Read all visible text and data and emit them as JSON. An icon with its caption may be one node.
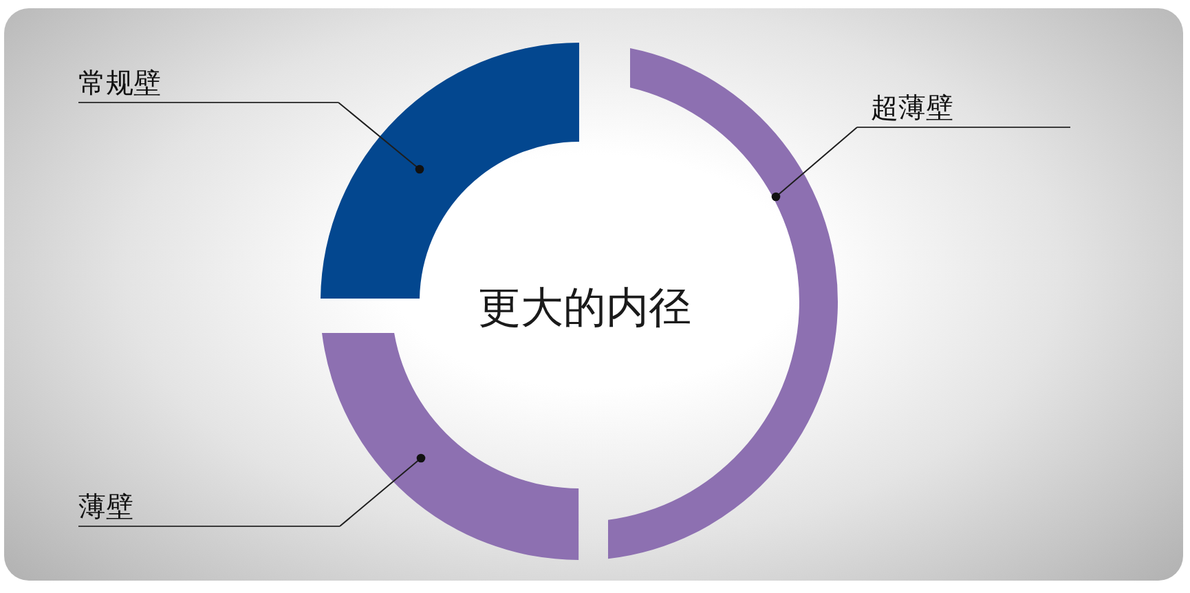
{
  "diagram": {
    "nodes": [
      {
        "text": [
          "常规壁"
        ]
      },
      {
        "text": [
          "超薄壁"
        ]
      },
      {
        "text": [
          "薄壁"
        ]
      },
      {
        "text": [],
        "shape": "arc"
      },
      {
        "text": [],
        "shape": "arc"
      },
      {
        "text": [],
        "shape": "arc"
      }
    ],
    "edges": [
      {
        "from": 0,
        "to": 3,
        "arrow": "other"
      },
      {
        "from": 1,
        "to": 4,
        "arrow": "other"
      },
      {
        "from": 2,
        "to": 5,
        "arrow": "other"
      }
    ],
    "labels": [
      "更大的内径"
    ]
  }
}
